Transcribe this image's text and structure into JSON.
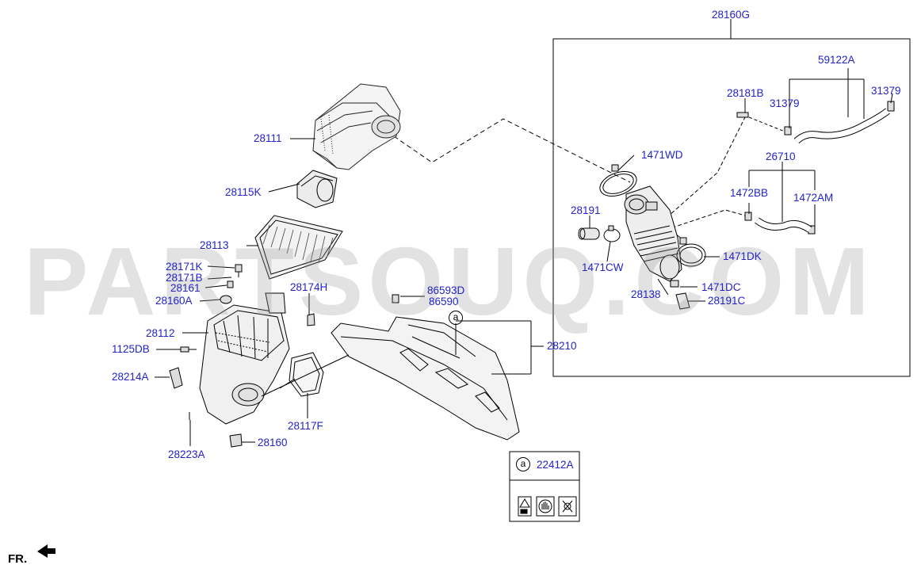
{
  "diagram": {
    "assembly_label": "28160G",
    "callouts": [
      {
        "id": "28111",
        "text": "28111"
      },
      {
        "id": "28115K",
        "text": "28115K"
      },
      {
        "id": "28113",
        "text": "28113"
      },
      {
        "id": "28171K",
        "text": "28171K"
      },
      {
        "id": "28171B",
        "text": "28171B"
      },
      {
        "id": "28161",
        "text": "28161"
      },
      {
        "id": "28160A",
        "text": "28160A"
      },
      {
        "id": "28112",
        "text": "28112"
      },
      {
        "id": "1125DB",
        "text": "1125DB"
      },
      {
        "id": "28214A",
        "text": "28214A"
      },
      {
        "id": "28223A",
        "text": "28223A"
      },
      {
        "id": "28160",
        "text": "28160"
      },
      {
        "id": "28174H",
        "text": "28174H"
      },
      {
        "id": "28117F",
        "text": "28117F"
      },
      {
        "id": "86593D",
        "text": "86593D"
      },
      {
        "id": "86590",
        "text": "86590"
      },
      {
        "id": "28210",
        "text": "28210"
      },
      {
        "id": "59122A",
        "text": "59122A"
      },
      {
        "id": "28181B",
        "text": "28181B"
      },
      {
        "id": "31379a",
        "text": "31379"
      },
      {
        "id": "31379b",
        "text": "31379"
      },
      {
        "id": "1471WD",
        "text": "1471WD"
      },
      {
        "id": "26710",
        "text": "26710"
      },
      {
        "id": "1472BB",
        "text": "1472BB"
      },
      {
        "id": "1472AM",
        "text": "1472AM"
      },
      {
        "id": "28191",
        "text": "28191"
      },
      {
        "id": "1471CW",
        "text": "1471CW"
      },
      {
        "id": "1471DK",
        "text": "1471DK"
      },
      {
        "id": "28138",
        "text": "28138"
      },
      {
        "id": "1471DC",
        "text": "1471DC"
      },
      {
        "id": "28191C",
        "text": "28191C"
      }
    ],
    "ref_marker": "a",
    "legend": {
      "marker": "a",
      "code": "22412A"
    },
    "watermark": "PARTSOUQ.COM",
    "direction_label": "FR."
  },
  "colors": {
    "callout_text": "#2323c8",
    "line": "#000000",
    "watermark": "#969696"
  }
}
